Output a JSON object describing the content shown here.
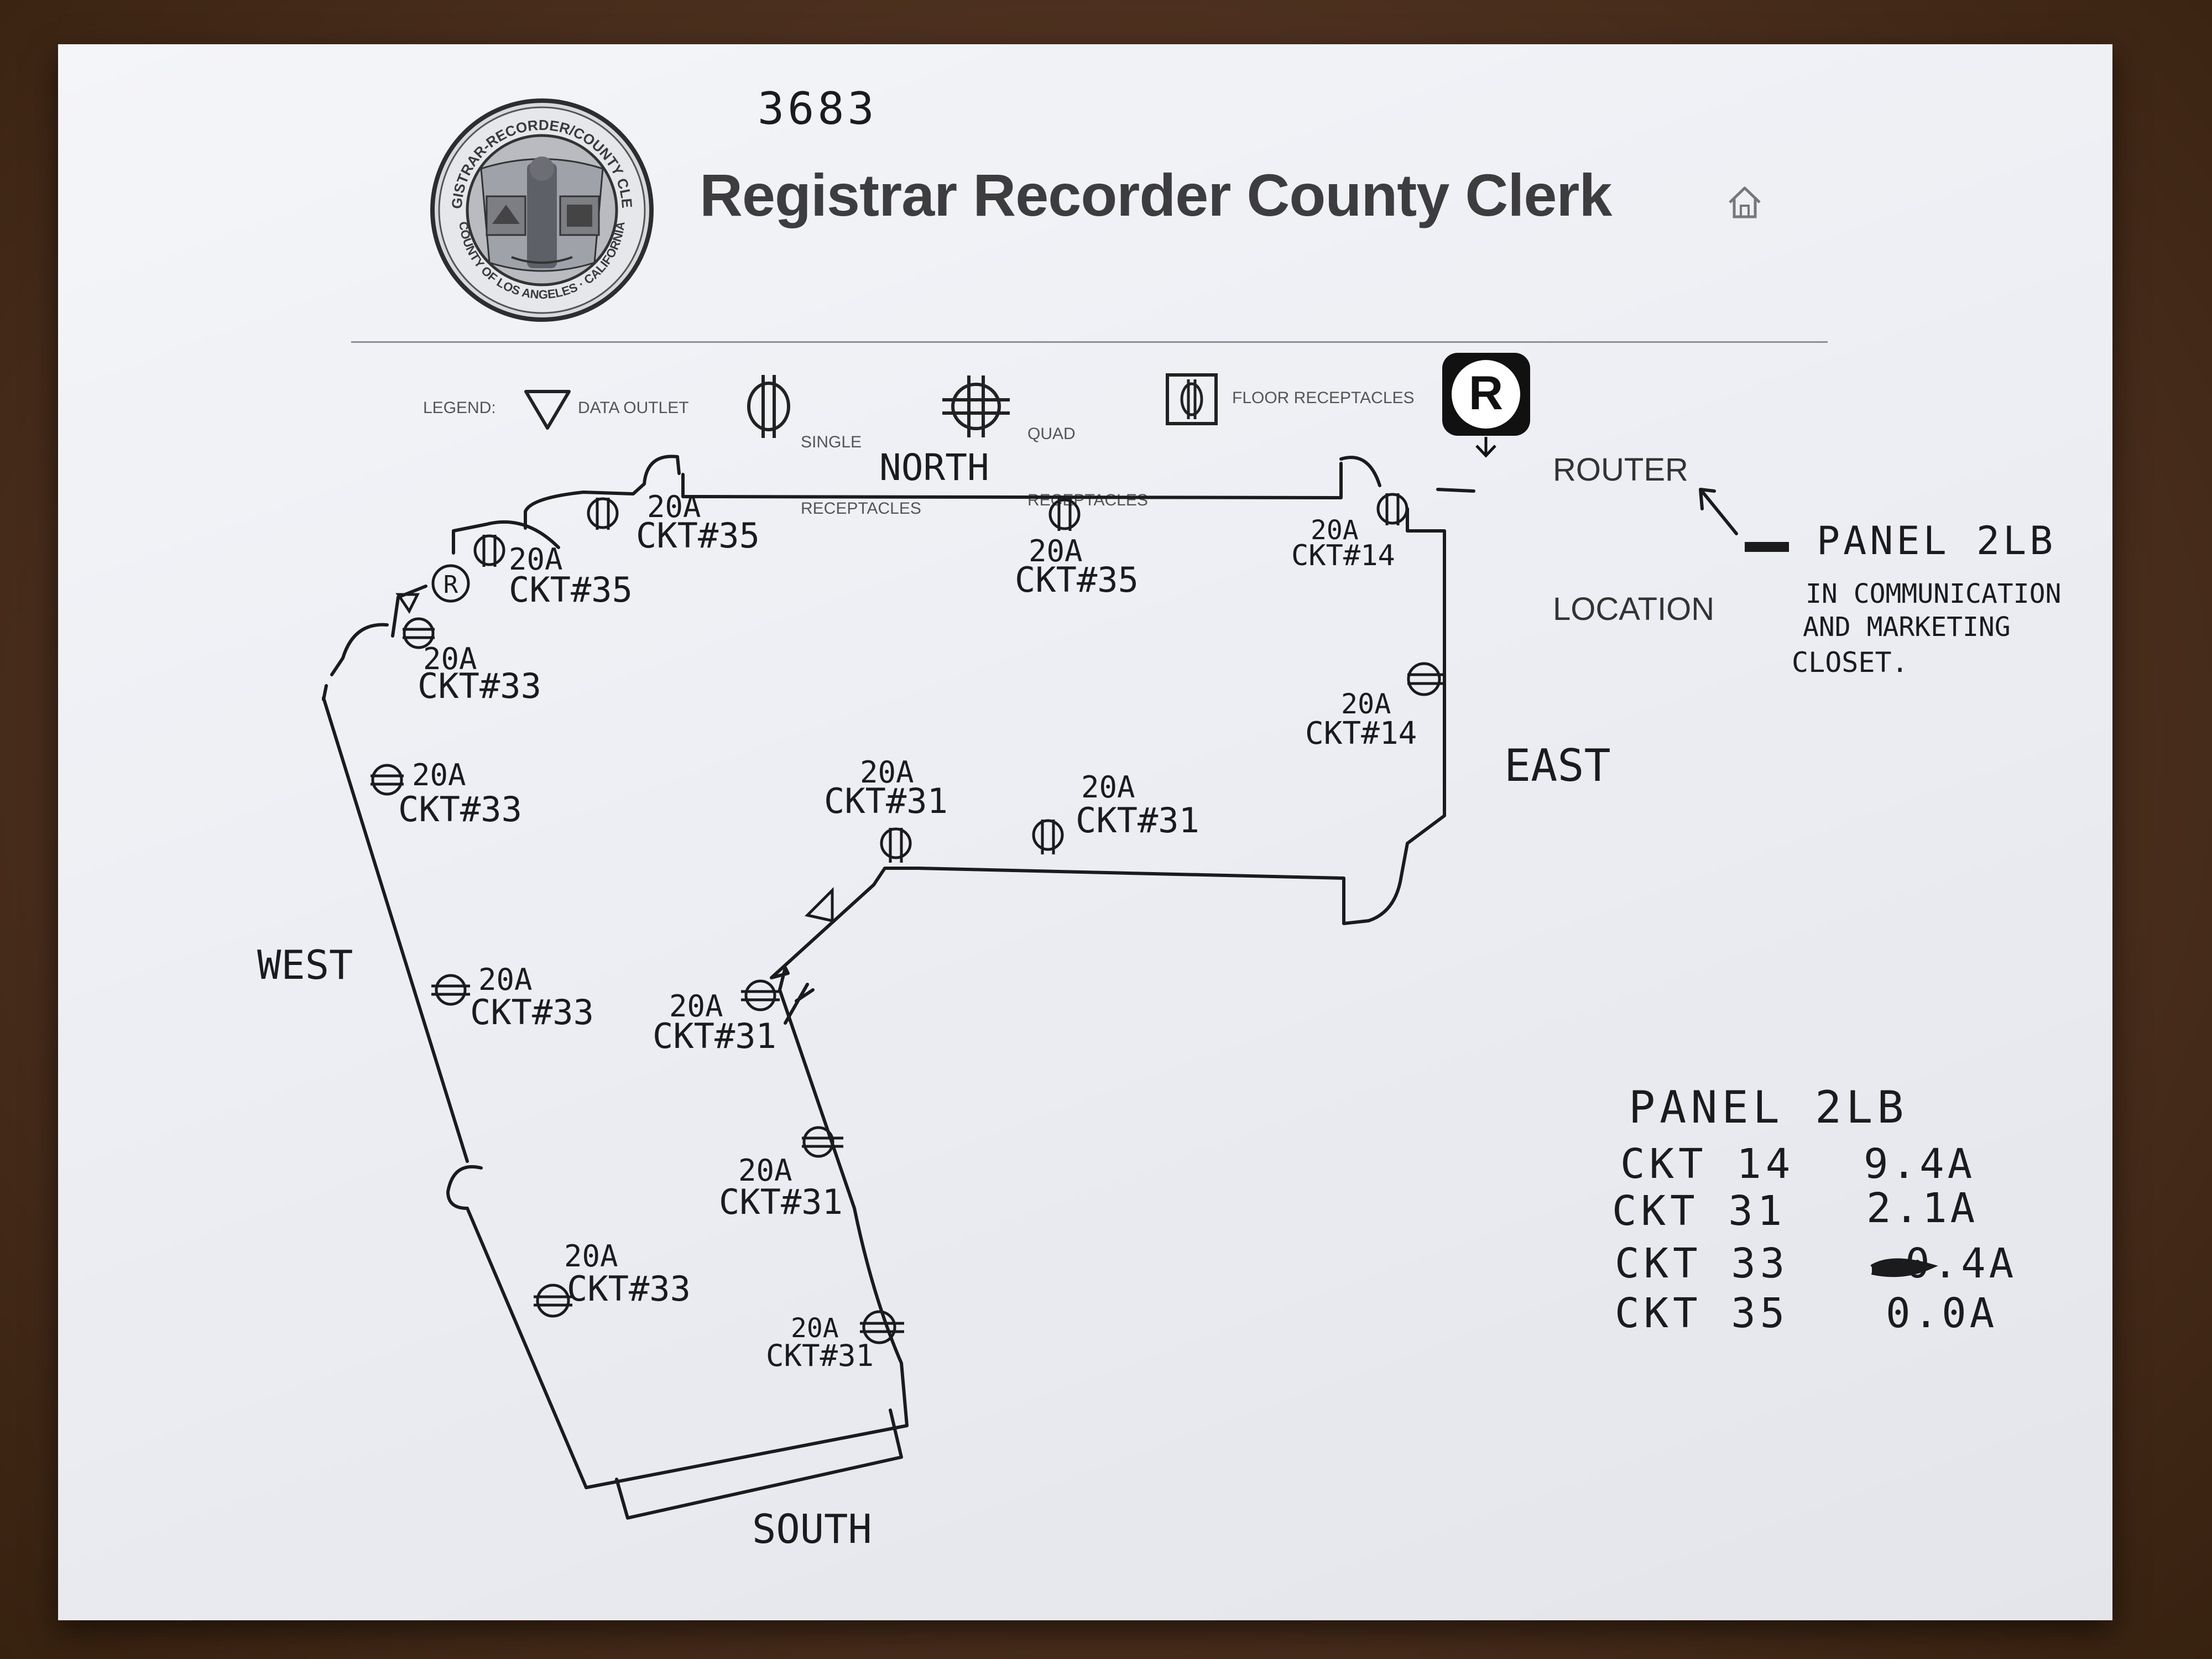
{
  "document_number": "3683",
  "header": {
    "title": "Registrar Recorder County Clerk",
    "home_icon": "home-icon",
    "seal": {
      "icon": "county-seal-icon",
      "ring_top": "REGISTRAR-RECORDER/COUNTY CLERK",
      "ring_bottom": "COUNTY OF LOS ANGELES · CALIFORNIA"
    }
  },
  "legend": {
    "label": "LEGEND:",
    "items": [
      {
        "icon": "data-outlet-triangle-icon",
        "label": "DATA OUTLET"
      },
      {
        "icon": "single-receptacle-icon",
        "label_line1": "SINGLE",
        "label_line2": "RECEPTACLES"
      },
      {
        "icon": "quad-receptacle-icon",
        "label_line1": "QUAD",
        "label_line2": "RECEPTACLES"
      },
      {
        "icon": "floor-receptacle-icon",
        "label": "FLOOR RECEPTACLES"
      }
    ],
    "router": {
      "icon": "router-r-icon",
      "symbol": "R",
      "label_line1": "ROUTER",
      "label_line2": "LOCATION"
    }
  },
  "directions": {
    "north": "NORTH",
    "east": "EAST",
    "south": "SOUTH",
    "west": "WEST"
  },
  "panel_note": {
    "line1": "PANEL 2LB",
    "line2": "IN COMMUNICATION",
    "line3": "AND MARKETING",
    "line4": "CLOSET."
  },
  "receptacle_labels": [
    {
      "amps": "20A",
      "circuit": "CKT#35"
    },
    {
      "amps": "20A",
      "circuit": "CKT#35"
    },
    {
      "amps": "20A",
      "circuit": "CKT#35"
    },
    {
      "amps": "20A",
      "circuit": "CKT#14"
    },
    {
      "amps": "20A",
      "circuit": "CKT#14"
    },
    {
      "amps": "20A",
      "circuit": "CKT#33"
    },
    {
      "amps": "20A",
      "circuit": "CKT#33"
    },
    {
      "amps": "20A",
      "circuit": "CKT#33"
    },
    {
      "amps": "20A",
      "circuit": "CKT#33"
    },
    {
      "amps": "20A",
      "circuit": "CKT#31"
    },
    {
      "amps": "20A",
      "circuit": "CKT#31"
    },
    {
      "amps": "20A",
      "circuit": "CKT#31"
    },
    {
      "amps": "20A",
      "circuit": "CKT#31"
    },
    {
      "amps": "20A",
      "circuit": "CKT#31"
    }
  ],
  "panel_table": {
    "title": "PANEL 2LB",
    "rows": [
      {
        "circuit": "CKT 14",
        "amps": "9.4A"
      },
      {
        "circuit": "CKT 31",
        "amps": "2.1A"
      },
      {
        "circuit": "CKT 33",
        "amps": "0.4A"
      },
      {
        "circuit": "CKT 35",
        "amps": "0.0A"
      }
    ]
  }
}
